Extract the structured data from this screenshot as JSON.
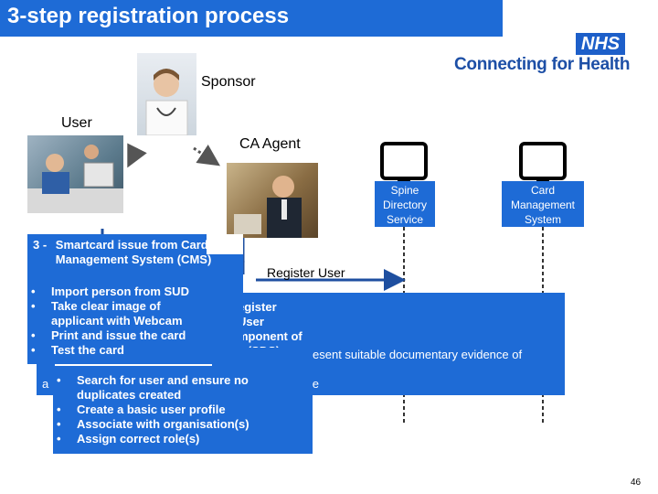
{
  "title": "3-step registration process",
  "logo": {
    "badge": "NHS",
    "tagline": "Connecting for Health",
    "color": "#1d5fc9"
  },
  "actors": {
    "sponsor": "Sponsor",
    "user": "User",
    "ca_agent": "CA Agent"
  },
  "systems": {
    "sds": "Spine Directory Service",
    "cms": "Card Management System"
  },
  "message": "Register User",
  "step3": {
    "title_num": "3 -",
    "title": "Smartcard issue from Card Management System (CMS)",
    "bullets": [
      "Import person from SUD",
      "Take clear image of applicant with Webcam",
      "Print and issue the card",
      "Test the card"
    ]
  },
  "step2_partial": {
    "lines": [
      "egister",
      "User",
      "mponent of",
      "e (SDS)"
    ],
    "tail": "esent suitable documentary evidence of"
  },
  "step1_partial": {
    "lead": "a",
    "tail": "ile",
    "bullets": [
      "Search for user and ensure no duplicates created",
      "Create a basic user profile",
      "Associate with organisation(s)",
      "Assign correct role(s)"
    ]
  },
  "slide_number": "46",
  "colors": {
    "panel": "#1e6bd6",
    "arrow": "#1e4fa0"
  }
}
